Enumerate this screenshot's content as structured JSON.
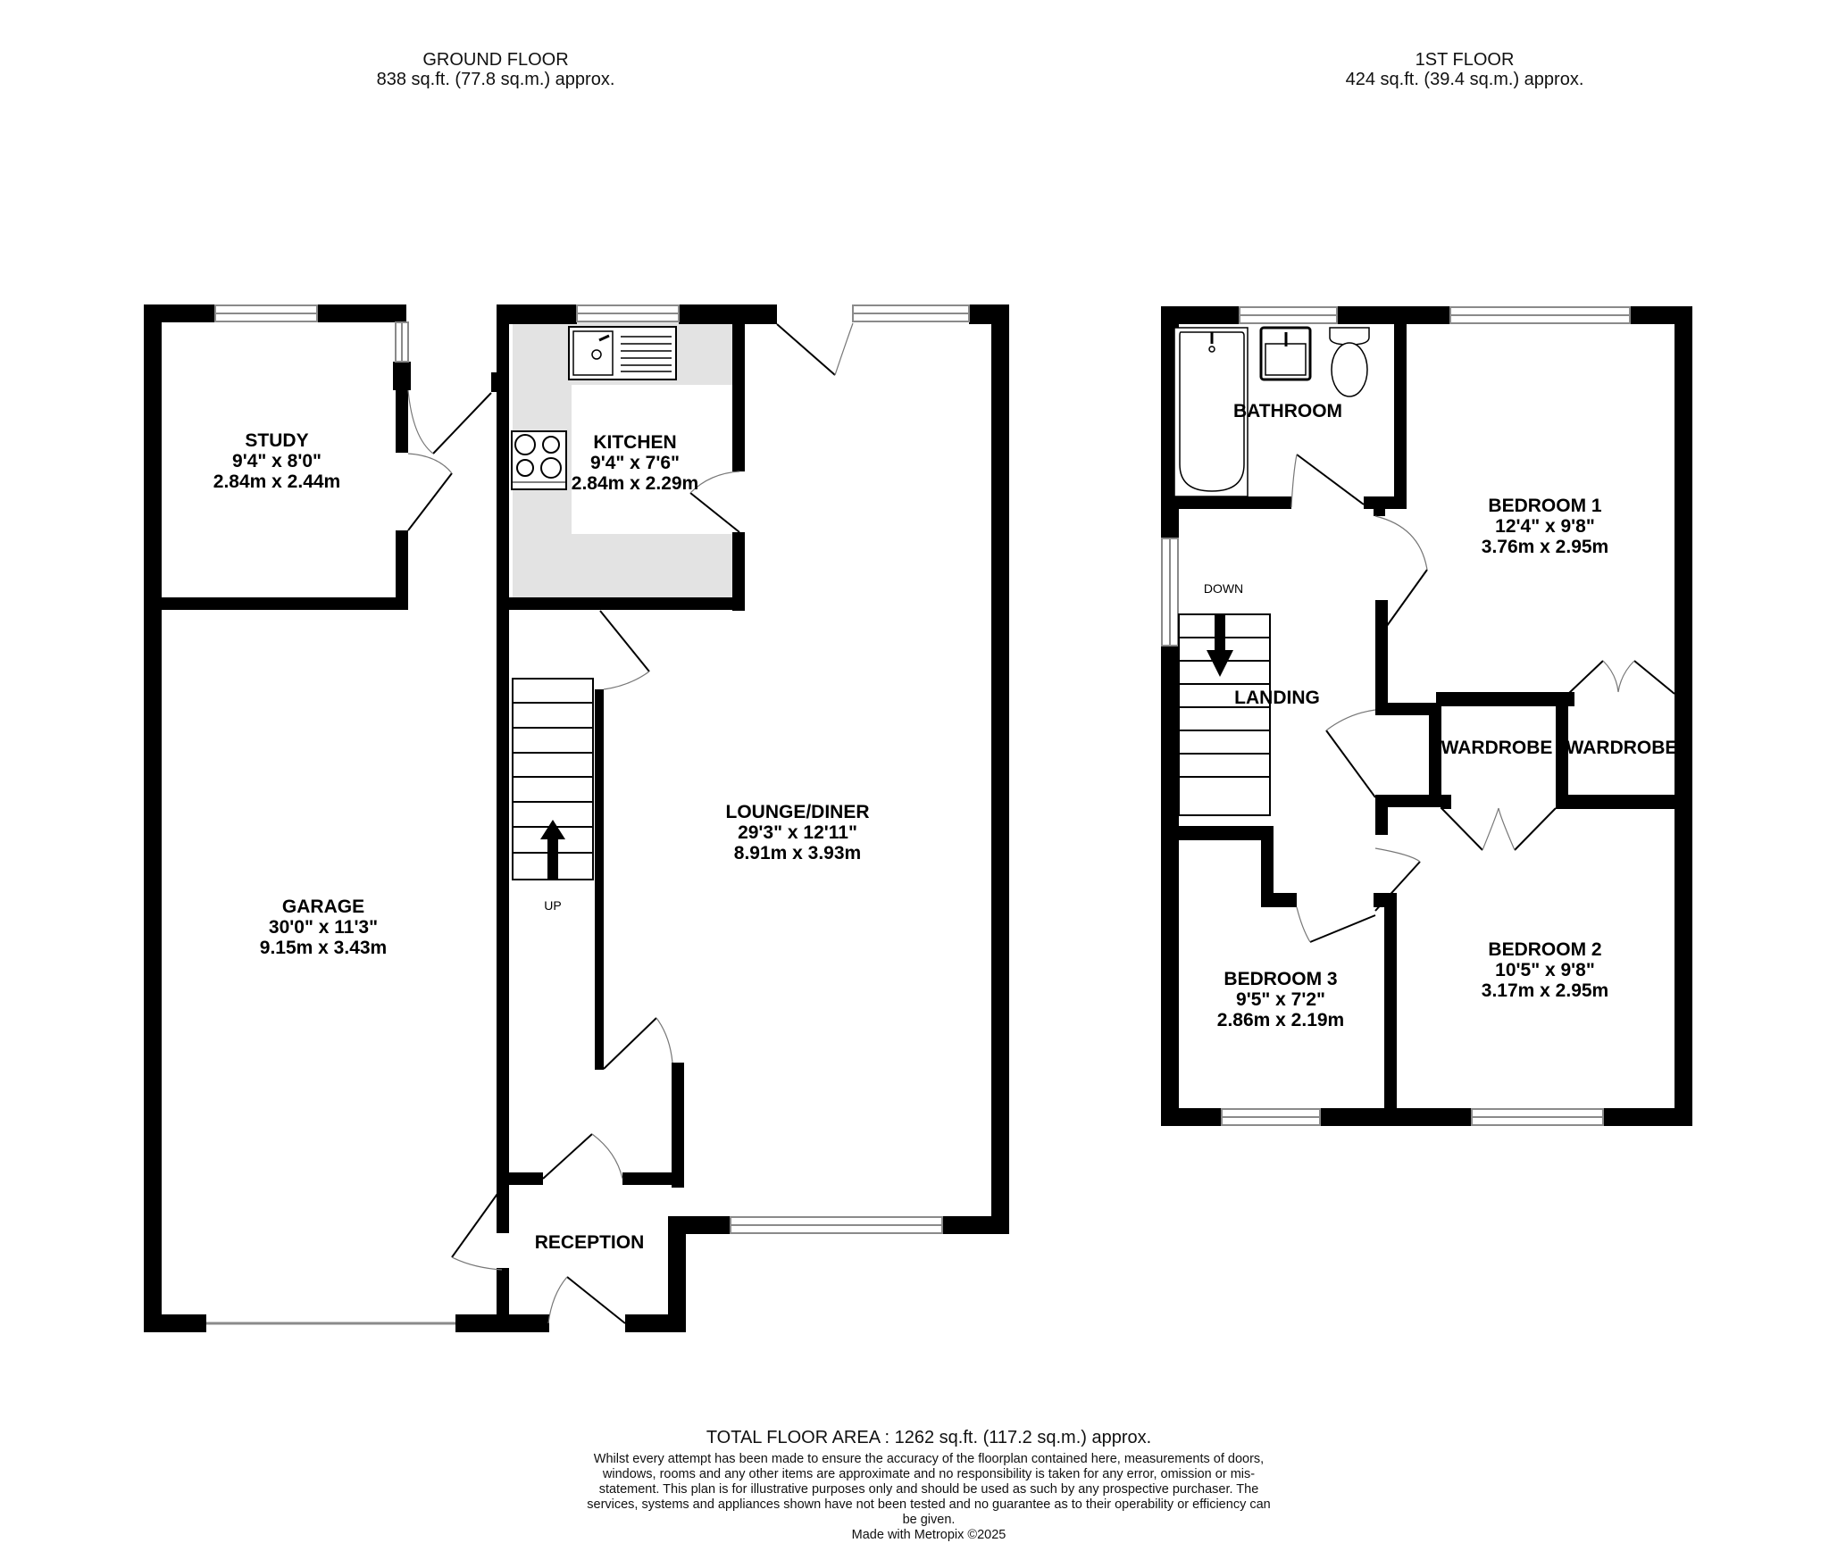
{
  "ground_floor": {
    "title": "GROUND FLOOR",
    "area": "838 sq.ft. (77.8 sq.m.) approx.",
    "rooms": {
      "study": {
        "name": "STUDY",
        "imperial": "9'4\"  x 8'0\"",
        "metric": "2.84m  x 2.44m"
      },
      "kitchen": {
        "name": "KITCHEN",
        "imperial": "9'4\"  x 7'6\"",
        "metric": "2.84m  x 2.29m"
      },
      "lounge": {
        "name": "LOUNGE/DINER",
        "imperial": "29'3\"  x 12'11\"",
        "metric": "8.91m  x 3.93m"
      },
      "garage": {
        "name": "GARAGE",
        "imperial": "30'0\"  x 11'3\"",
        "metric": "9.15m  x 3.43m"
      },
      "reception": {
        "name": "RECEPTION"
      }
    },
    "stairs_label": "UP"
  },
  "first_floor": {
    "title": "1ST FLOOR",
    "area": "424 sq.ft. (39.4 sq.m.) approx.",
    "rooms": {
      "bathroom": {
        "name": "BATHROOM"
      },
      "bedroom1": {
        "name": "BEDROOM 1",
        "imperial": "12'4\"  x 9'8\"",
        "metric": "3.76m  x 2.95m"
      },
      "landing": {
        "name": "LANDING"
      },
      "wardrobe1": {
        "name": "WARDROBE"
      },
      "wardrobe2": {
        "name": "WARDROBE"
      },
      "bedroom2": {
        "name": "BEDROOM 2",
        "imperial": "10'5\"  x 9'8\"",
        "metric": "3.17m  x 2.95m"
      },
      "bedroom3": {
        "name": "BEDROOM 3",
        "imperial": "9'5\"  x 7'2\"",
        "metric": "2.86m  x 2.19m"
      }
    },
    "stairs_label": "DOWN"
  },
  "footer": {
    "total": "TOTAL FLOOR AREA : 1262 sq.ft. (117.2 sq.m.) approx.",
    "disclaimer": "Whilst every attempt has been made to ensure the accuracy of the floorplan contained here, measurements of doors, windows, rooms and any other items are approximate and no responsibility is taken for any error, omission or mis-statement. This plan is for illustrative purposes only and should be used as such by any prospective purchaser. The services, systems and appliances shown have not been tested and no guarantee as to their operability or efficiency can be given.",
    "made_with": "Made with Metropix ©2025"
  },
  "colors": {
    "wall": "#000000",
    "kitchen_floor": "#e3e3e3",
    "window": "#8a8a8a"
  }
}
